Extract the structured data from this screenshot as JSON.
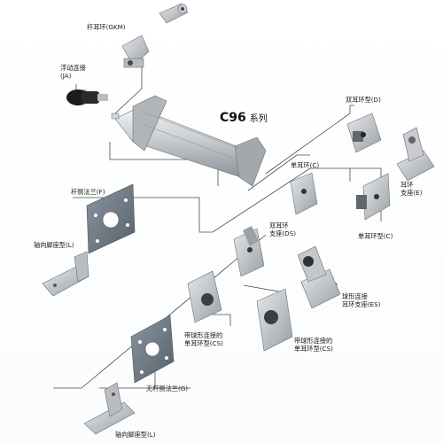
{
  "title": {
    "series": "C96",
    "suffix": "系列"
  },
  "labels": {
    "gkm": "杆耳环(GKM)",
    "ja_line1": "浮动连接",
    "ja_line2": "(JA)",
    "f": "杆侧法兰(F)",
    "l_top": "轴向脚座型(L)",
    "d": "双耳环型(D)",
    "c_top": "单耳环(C)",
    "e_line1": "耳环",
    "e_line2": "支座(E)",
    "c_right": "单耳环型(C)",
    "ds_line1": "双耳环",
    "ds_line2": "支座(DS)",
    "es_line1": "球形连接",
    "es_line2": "耳环支座(ES)",
    "cs_left_line1": "带球形连接的",
    "cs_left_line2": "单耳环型(CS)",
    "cs_right_line1": "带球形连接的",
    "cs_right_line2": "单耳环型(CS)",
    "g": "无杆侧法兰(G)",
    "l_bottom": "轴向脚座型(L)"
  },
  "colors": {
    "line": "#4a4a4a",
    "metal_light": "#d7dadd",
    "metal_mid": "#a8adb2",
    "metal_dark": "#5f666d",
    "plate": "#6f7a86",
    "black": "#1c1c1c"
  }
}
